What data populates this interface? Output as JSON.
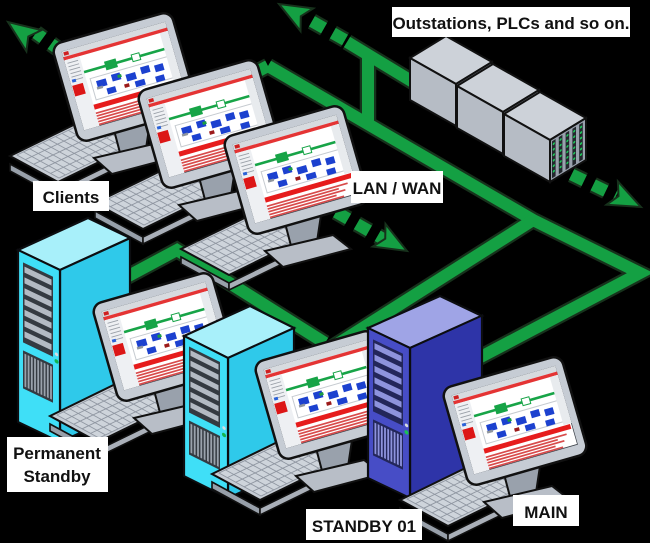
{
  "diagram": {
    "background": "#000000",
    "labels": {
      "clients": "Clients",
      "outstations": "Outstations, PLCs and so on.",
      "lan_wan": "LAN / WAN",
      "permanent_standby_line1": "Permanent",
      "permanent_standby_line2": "Standby",
      "standby01": "STANDBY 01",
      "main": "MAIN"
    },
    "colors": {
      "network_green": "#14A043",
      "tower_cyan_front": "#3FDFF7",
      "tower_cyan_side": "#2FC9EA",
      "tower_cyan_top": "#A8F0FA",
      "tower_blue_front": "#474DC6",
      "tower_blue_side": "#2E34A8",
      "tower_blue_top": "#9FA4E6",
      "rack_top": "#CDD2D9",
      "rack_left": "#B6BCC5",
      "rack_right": "#99A1AD",
      "monitor_silver": "#C6CCD4",
      "screen_alarm_red": "#E61C1C",
      "screen_trend_green": "#17A447",
      "screen_mimic_blue": "#1C41CF",
      "led_green": "#1DC95B"
    }
  }
}
